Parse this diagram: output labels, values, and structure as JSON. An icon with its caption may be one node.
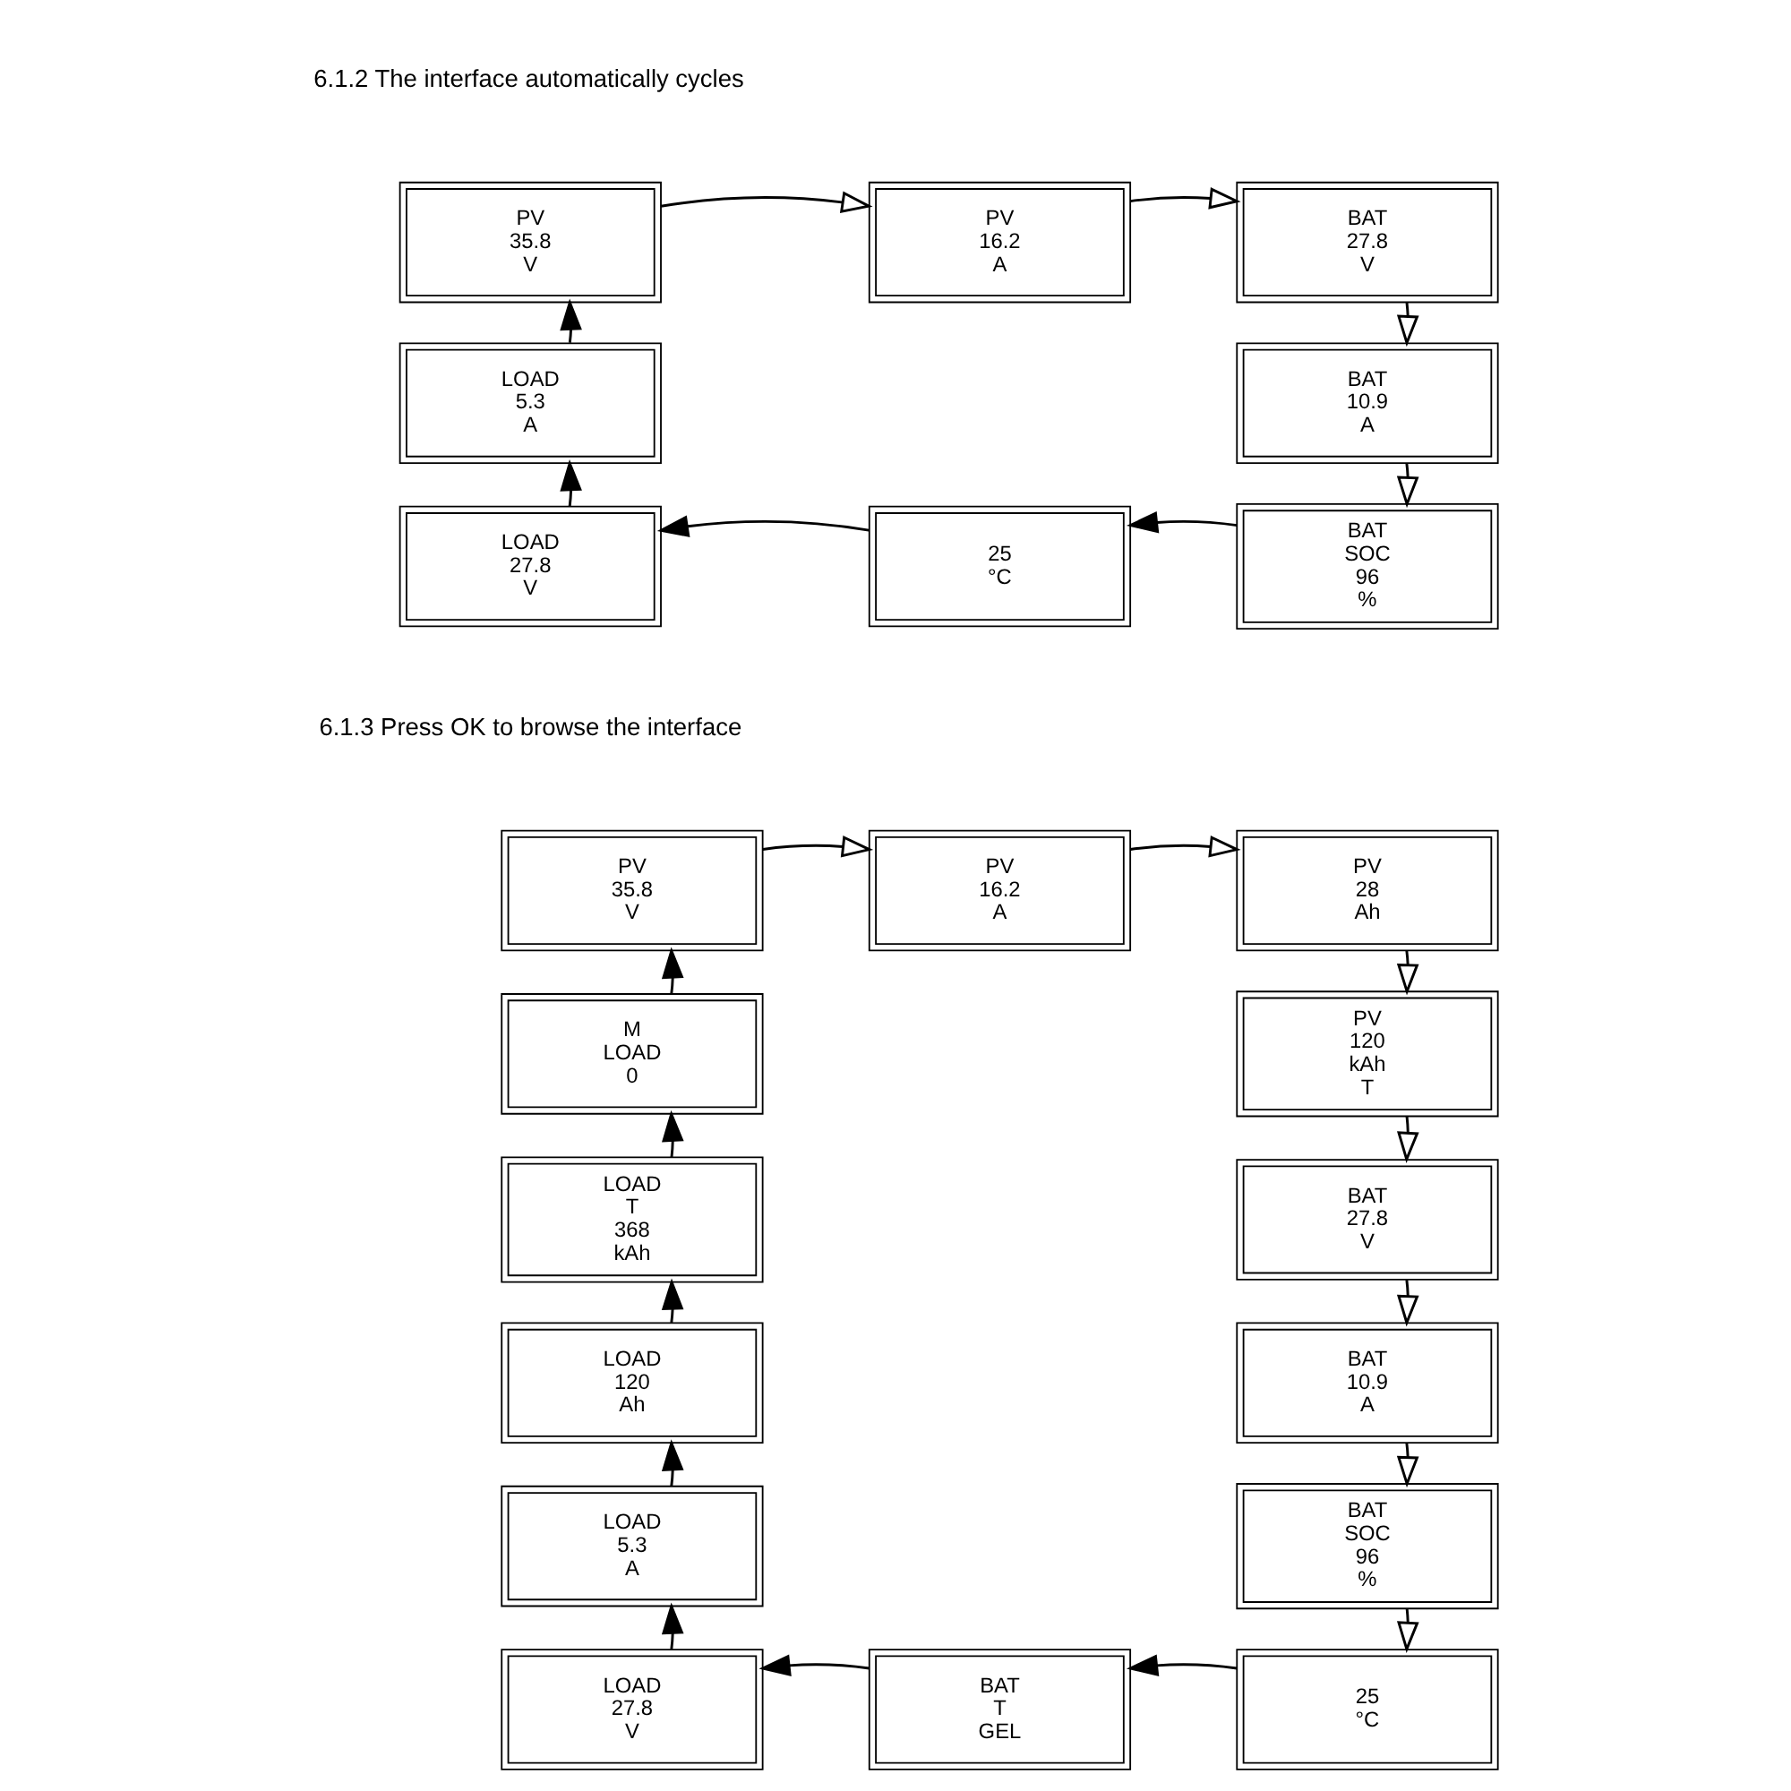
{
  "diagram": {
    "nodes": [
      {
        "text": [
          "PV",
          "35.8",
          "V"
        ]
      },
      {
        "text": [
          "PV",
          "16.2",
          "A"
        ]
      },
      {
        "text": [
          "BAT",
          "27.8",
          "V"
        ]
      },
      {
        "text": [
          "LOAD",
          "5.3",
          "A"
        ]
      },
      {
        "text": [
          "BAT",
          "10.9",
          "A"
        ]
      },
      {
        "text": [
          "LOAD",
          "27.8",
          "V"
        ]
      },
      {
        "text": [
          "25",
          "°C"
        ]
      },
      {
        "text": [
          "BAT",
          "SOC",
          "96",
          "%"
        ]
      },
      {
        "text": [
          "PV",
          "35.8",
          "V"
        ]
      },
      {
        "text": [
          "PV",
          "16.2",
          "A"
        ]
      },
      {
        "text": [
          "PV",
          "28",
          "Ah"
        ]
      },
      {
        "text": [
          "M",
          "LOAD",
          "0"
        ]
      },
      {
        "text": [
          "PV",
          "120",
          "kAh",
          "T"
        ]
      },
      {
        "text": [
          "LOAD",
          "T",
          "368",
          "kAh"
        ]
      },
      {
        "text": [
          "BAT",
          "27.8",
          "V"
        ]
      },
      {
        "text": [
          "LOAD",
          "120",
          "Ah"
        ]
      },
      {
        "text": [
          "BAT",
          "10.9",
          "A"
        ]
      },
      {
        "text": [
          "LOAD",
          "5.3",
          "A"
        ]
      },
      {
        "text": [
          "BAT",
          "SOC",
          "96",
          "%"
        ]
      },
      {
        "text": [
          "LOAD",
          "27.8",
          "V"
        ]
      },
      {
        "text": [
          "BAT",
          "T",
          "GEL"
        ]
      },
      {
        "text": [
          "25",
          "°C"
        ]
      }
    ],
    "edges": [
      {
        "from": 0,
        "to": 1,
        "arrow": "to"
      },
      {
        "from": 1,
        "to": 2,
        "arrow": "to"
      },
      {
        "from": 2,
        "to": 4,
        "arrow": "to"
      },
      {
        "from": 4,
        "to": 7,
        "arrow": "to"
      },
      {
        "from": 7,
        "to": 6,
        "arrow": "to"
      },
      {
        "from": 6,
        "to": 5,
        "arrow": "to"
      },
      {
        "from": 5,
        "to": 3,
        "arrow": "to"
      },
      {
        "from": 3,
        "to": 0,
        "arrow": "to"
      },
      {
        "from": 8,
        "to": 9,
        "arrow": "to"
      },
      {
        "from": 9,
        "to": 10,
        "arrow": "to"
      },
      {
        "from": 10,
        "to": 12,
        "arrow": "to"
      },
      {
        "from": 12,
        "to": 14,
        "arrow": "to"
      },
      {
        "from": 14,
        "to": 16,
        "arrow": "to"
      },
      {
        "from": 16,
        "to": 18,
        "arrow": "to"
      },
      {
        "from": 18,
        "to": 21,
        "arrow": "to"
      },
      {
        "from": 21,
        "to": 20,
        "arrow": "to"
      },
      {
        "from": 20,
        "to": 19,
        "arrow": "to"
      },
      {
        "from": 19,
        "to": 17,
        "arrow": "to"
      },
      {
        "from": 17,
        "to": 15,
        "arrow": "to"
      },
      {
        "from": 15,
        "to": 13,
        "arrow": "to"
      },
      {
        "from": 13,
        "to": 11,
        "arrow": "to"
      },
      {
        "from": 11,
        "to": 8,
        "arrow": "to"
      }
    ],
    "labels": [
      "6.1.2 The interface automatically cycles",
      "6.1.3 Press OK to browse the interface"
    ]
  }
}
